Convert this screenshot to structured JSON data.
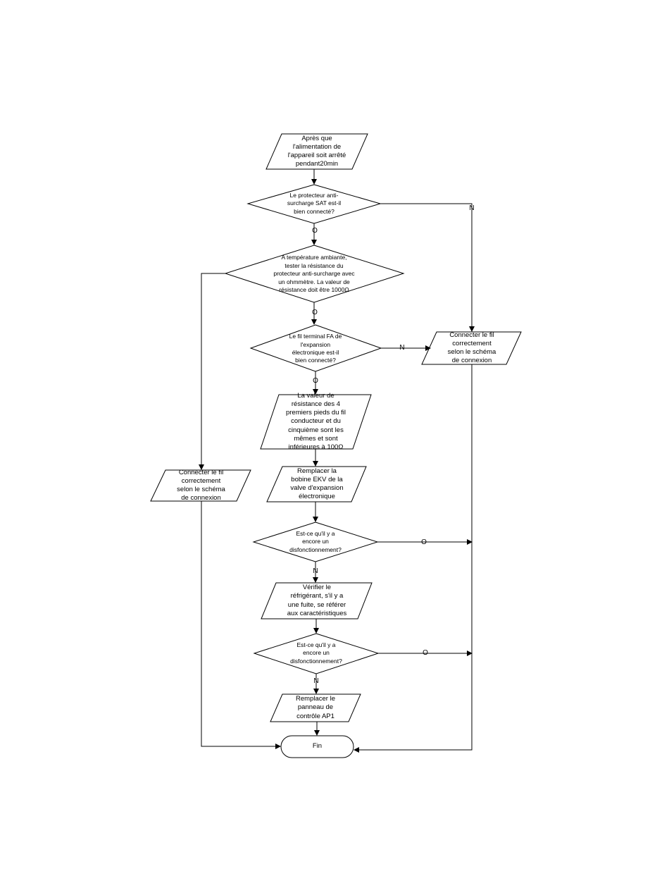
{
  "nodes": {
    "start": "Après que\nl'alimentation de\nl'appareil soit arrêté\npendant20min",
    "q_sat": "Le protecteur anti-\nsurcharge SAT est-il\nbien connecté?",
    "test_res": "A température ambiante,\ntester la résistance du\nprotecteur anti-surcharge avec\nun ohmmètre. La valeur de\nrésistance doit être 1000Ω",
    "q_fa": "Le fil terminal FA de\nl'expansion\nélectronique est-il\nbien connecté?",
    "connect_right": "Connecter le fil\ncorrectement\nselon le schéma\nde connexion",
    "res_value": "La valeur de\nrésistance des 4\npremiers pieds du fil\nconducteur et du\ncinquième sont les\nmêmes et sont\ninférieures à 100Ω",
    "connect_left": "Connecter le fil\ncorrectement\nselon le schéma\nde connexion",
    "replace_ekv": "Remplacer la\nbobine EKV de la\nvalve d'expansion\nélectronique",
    "q_malf1": "Est-ce qu'il y a\nencore un\ndisfonctionnement?",
    "check_refrig": "Vérifier le\nréfrigérant, s'il y a\nune fuite, se référer\naux caractéristiques",
    "q_malf2": "Est-ce qu'il y a\nencore un\ndisfonctionnement?",
    "replace_ap1": "Remplacer le\npanneau de\ncontrôle AP1",
    "end": "Fin"
  },
  "edges": {
    "sat_no": "N",
    "sat_yes": "O",
    "test_yes": "O",
    "fa_no": "N",
    "fa_yes": "O",
    "malf1_yes": "O",
    "malf1_no": "N",
    "malf2_yes": "O",
    "malf2_no": "N"
  },
  "colors": {
    "stroke": "#000000",
    "fill": "#ffffff"
  }
}
